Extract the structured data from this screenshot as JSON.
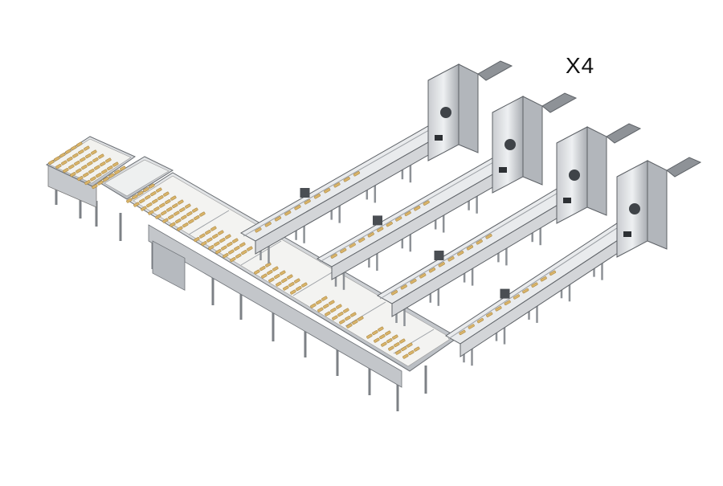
{
  "overlay": {
    "multiplier_text": "X4"
  },
  "illustration": {
    "subject": "packaging-line-illustration",
    "machine_count": 4,
    "colors": {
      "frame": "#d3d5d8",
      "frame_dark": "#8d9196",
      "frame_edge": "#5d6166",
      "belt": "#f3f3f1",
      "product": "#d9b46a",
      "product_edge": "#a7843f",
      "background": "#ffffff"
    }
  }
}
